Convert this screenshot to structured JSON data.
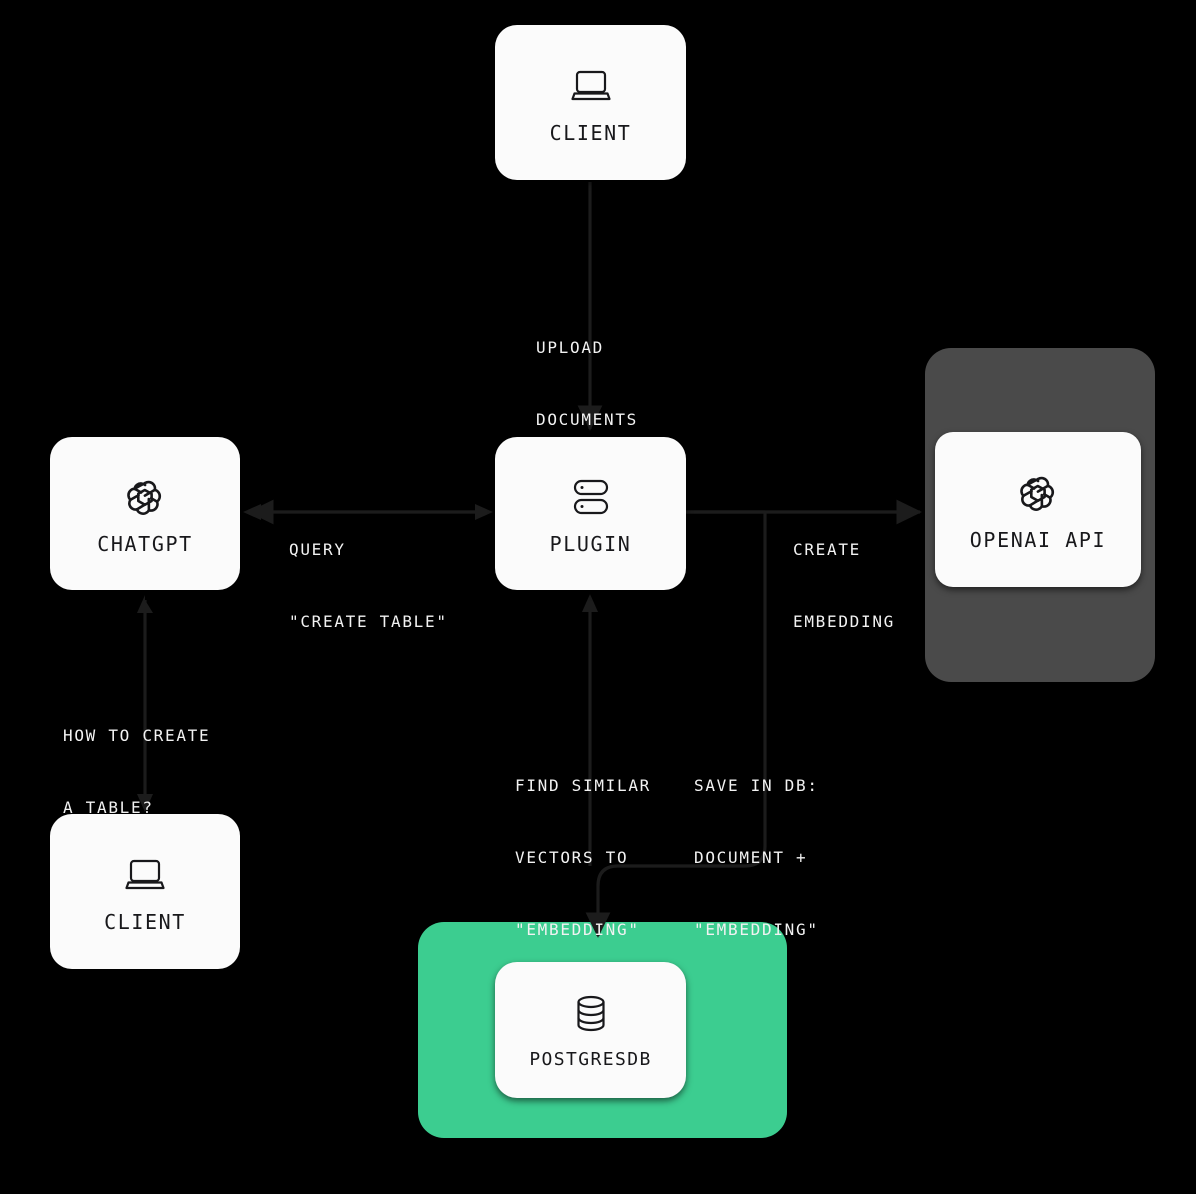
{
  "diagram": {
    "title": "ChatGPT Retrieval Plugin Architecture",
    "background_color": "#000000",
    "card_color": "#fbfbfb",
    "edge_color": "#1c1c1c",
    "label_color": "#f2f2f2"
  },
  "groups": [
    {
      "id": "openai-group",
      "name": "openai-api-group",
      "color": "#4a4a4a"
    },
    {
      "id": "postgres-group",
      "name": "postgres-group",
      "color": "#3ccd90"
    }
  ],
  "nodes": [
    {
      "id": "client-top",
      "label": "CLIENT",
      "icon": "laptop-icon"
    },
    {
      "id": "chatgpt",
      "label": "CHATGPT",
      "icon": "openai-logo-icon"
    },
    {
      "id": "plugin",
      "label": "PLUGIN",
      "icon": "server-icon"
    },
    {
      "id": "openai-api",
      "label": "OPENAI API",
      "icon": "openai-logo-icon"
    },
    {
      "id": "client-bottom",
      "label": "CLIENT",
      "icon": "laptop-icon"
    },
    {
      "id": "postgresdb",
      "label": "POSTGRESDB",
      "icon": "database-icon"
    }
  ],
  "edges": [
    {
      "id": "upload",
      "from": "client-top",
      "to": "plugin",
      "label": "UPLOAD\nDOCUMENTS",
      "direction": "one-way"
    },
    {
      "id": "query",
      "from": "plugin",
      "to": "chatgpt",
      "label": "QUERY\n\"CREATE TABLE\"",
      "direction": "two-way"
    },
    {
      "id": "create-embedding",
      "from": "plugin",
      "to": "openai-api",
      "label": "CREATE\nEMBEDDING",
      "direction": "one-way"
    },
    {
      "id": "how-to-create",
      "from": "client-bottom",
      "to": "chatgpt",
      "label": "HOW TO CREATE\nA TABLE?",
      "direction": "two-way"
    },
    {
      "id": "find-similar",
      "from": "postgresdb",
      "to": "plugin",
      "label": "FIND SIMILAR\nVECTORS TO\n\"EMBEDDING\"",
      "direction": "one-way"
    },
    {
      "id": "save-in-db",
      "from": "plugin",
      "to": "postgresdb",
      "label": "SAVE IN DB:\nDOCUMENT +\n\"EMBEDDING\"",
      "direction": "one-way"
    }
  ],
  "labels": {
    "upload_documents_l1": "UPLOAD",
    "upload_documents_l2": "DOCUMENTS",
    "query_l1": "QUERY",
    "query_l2": "\"CREATE TABLE\"",
    "create_embedding_l1": "CREATE",
    "create_embedding_l2": "EMBEDDING",
    "how_to_l1": "HOW TO CREATE",
    "how_to_l2": "A TABLE?",
    "find_similar_l1": "FIND SIMILAR",
    "find_similar_l2": "VECTORS TO",
    "find_similar_l3": "\"EMBEDDING\"",
    "save_db_l1": "SAVE IN DB:",
    "save_db_l2": "DOCUMENT +",
    "save_db_l3": "\"EMBEDDING\""
  },
  "node_labels": {
    "client_top": "CLIENT",
    "chatgpt": "CHATGPT",
    "plugin": "PLUGIN",
    "openai_api": "OPENAI API",
    "client_bottom": "CLIENT",
    "postgresdb": "POSTGRESDB"
  }
}
